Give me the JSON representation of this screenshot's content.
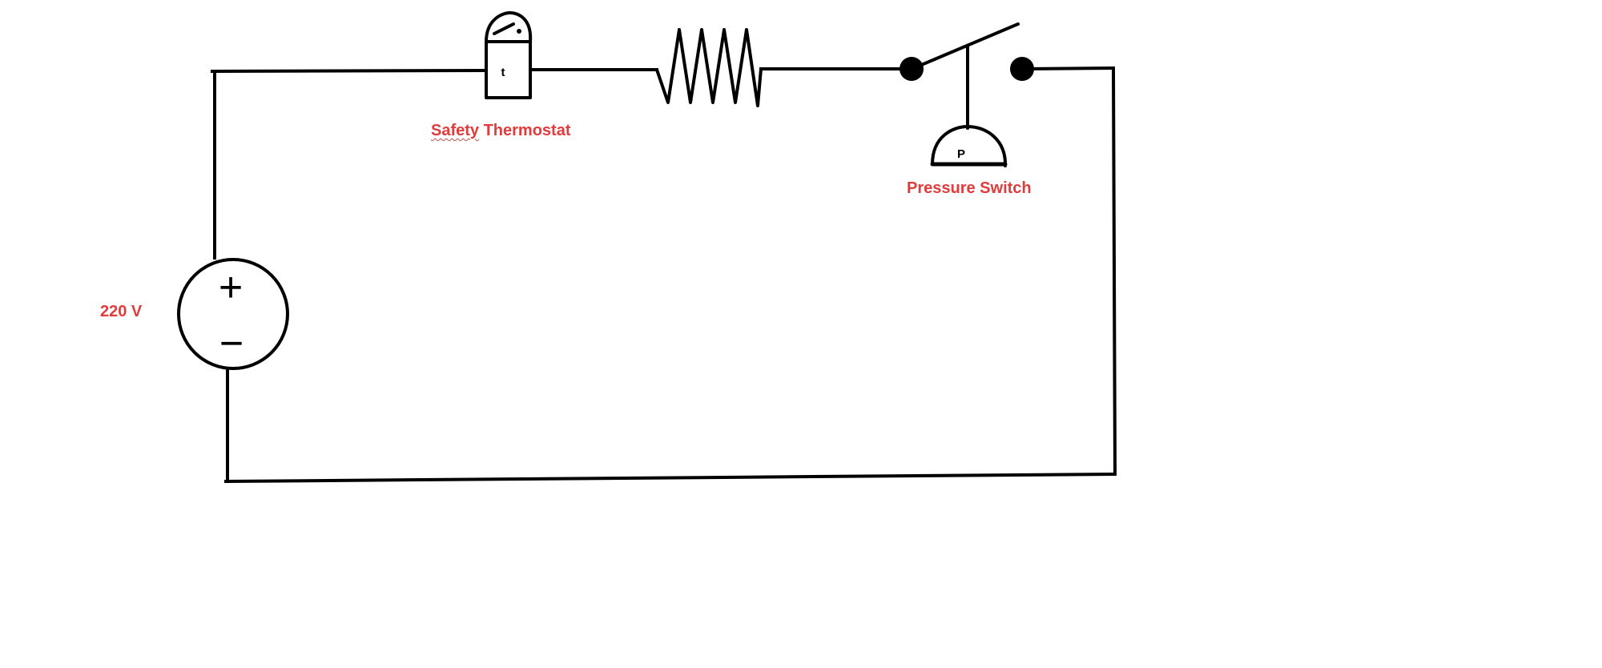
{
  "diagram": {
    "type": "electrical-circuit",
    "label_color": "#e23b3b",
    "line_color": "#000000",
    "source": {
      "label": "220 V",
      "plus_symbol": "+",
      "minus_symbol": "−"
    },
    "thermostat": {
      "label_word1": "Safety",
      "label_word2": "Thermostat",
      "inner_symbol": "t"
    },
    "resistor": {
      "icon": "zigzag-resistor"
    },
    "pressure_switch": {
      "label": "Pressure Switch",
      "inner_symbol": "P",
      "state": "open"
    }
  }
}
